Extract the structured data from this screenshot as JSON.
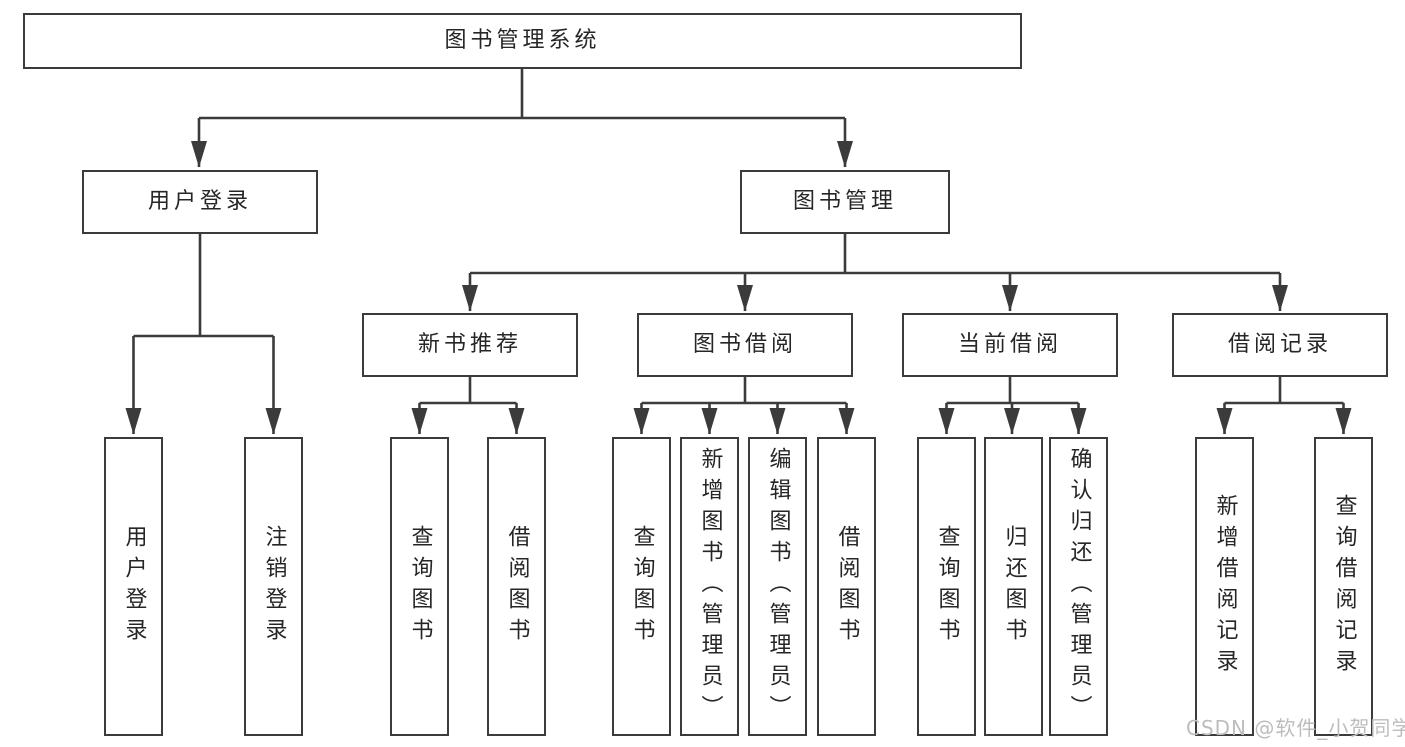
{
  "diagram": {
    "title": "图书管理系统",
    "watermark": "CSDN @软件_小贺同学",
    "colors": {
      "line": "#3b3b3b",
      "box_border": "#3b3b3b",
      "box_fill": "#ffffff",
      "text": "#262626",
      "watermark": "#bdbdbd",
      "background": "#ffffff"
    },
    "tree": {
      "label": "图书管理系统",
      "children": [
        {
          "label": "用户登录",
          "children": [
            {
              "label": "用户登录"
            },
            {
              "label": "注销登录"
            }
          ]
        },
        {
          "label": "图书管理",
          "children": [
            {
              "label": "新书推荐",
              "children": [
                {
                  "label": "查询图书"
                },
                {
                  "label": "借阅图书"
                }
              ]
            },
            {
              "label": "图书借阅",
              "children": [
                {
                  "label": "查询图书"
                },
                {
                  "label": "新增图书（管理员）"
                },
                {
                  "label": "编辑图书（管理员）"
                },
                {
                  "label": "借阅图书"
                }
              ]
            },
            {
              "label": "当前借阅",
              "children": [
                {
                  "label": "查询图书"
                },
                {
                  "label": "归还图书"
                },
                {
                  "label": "确认归还（管理员）"
                }
              ]
            },
            {
              "label": "借阅记录",
              "children": [
                {
                  "label": "新增借阅记录"
                },
                {
                  "label": "查询借阅记录"
                }
              ]
            }
          ]
        }
      ]
    }
  }
}
